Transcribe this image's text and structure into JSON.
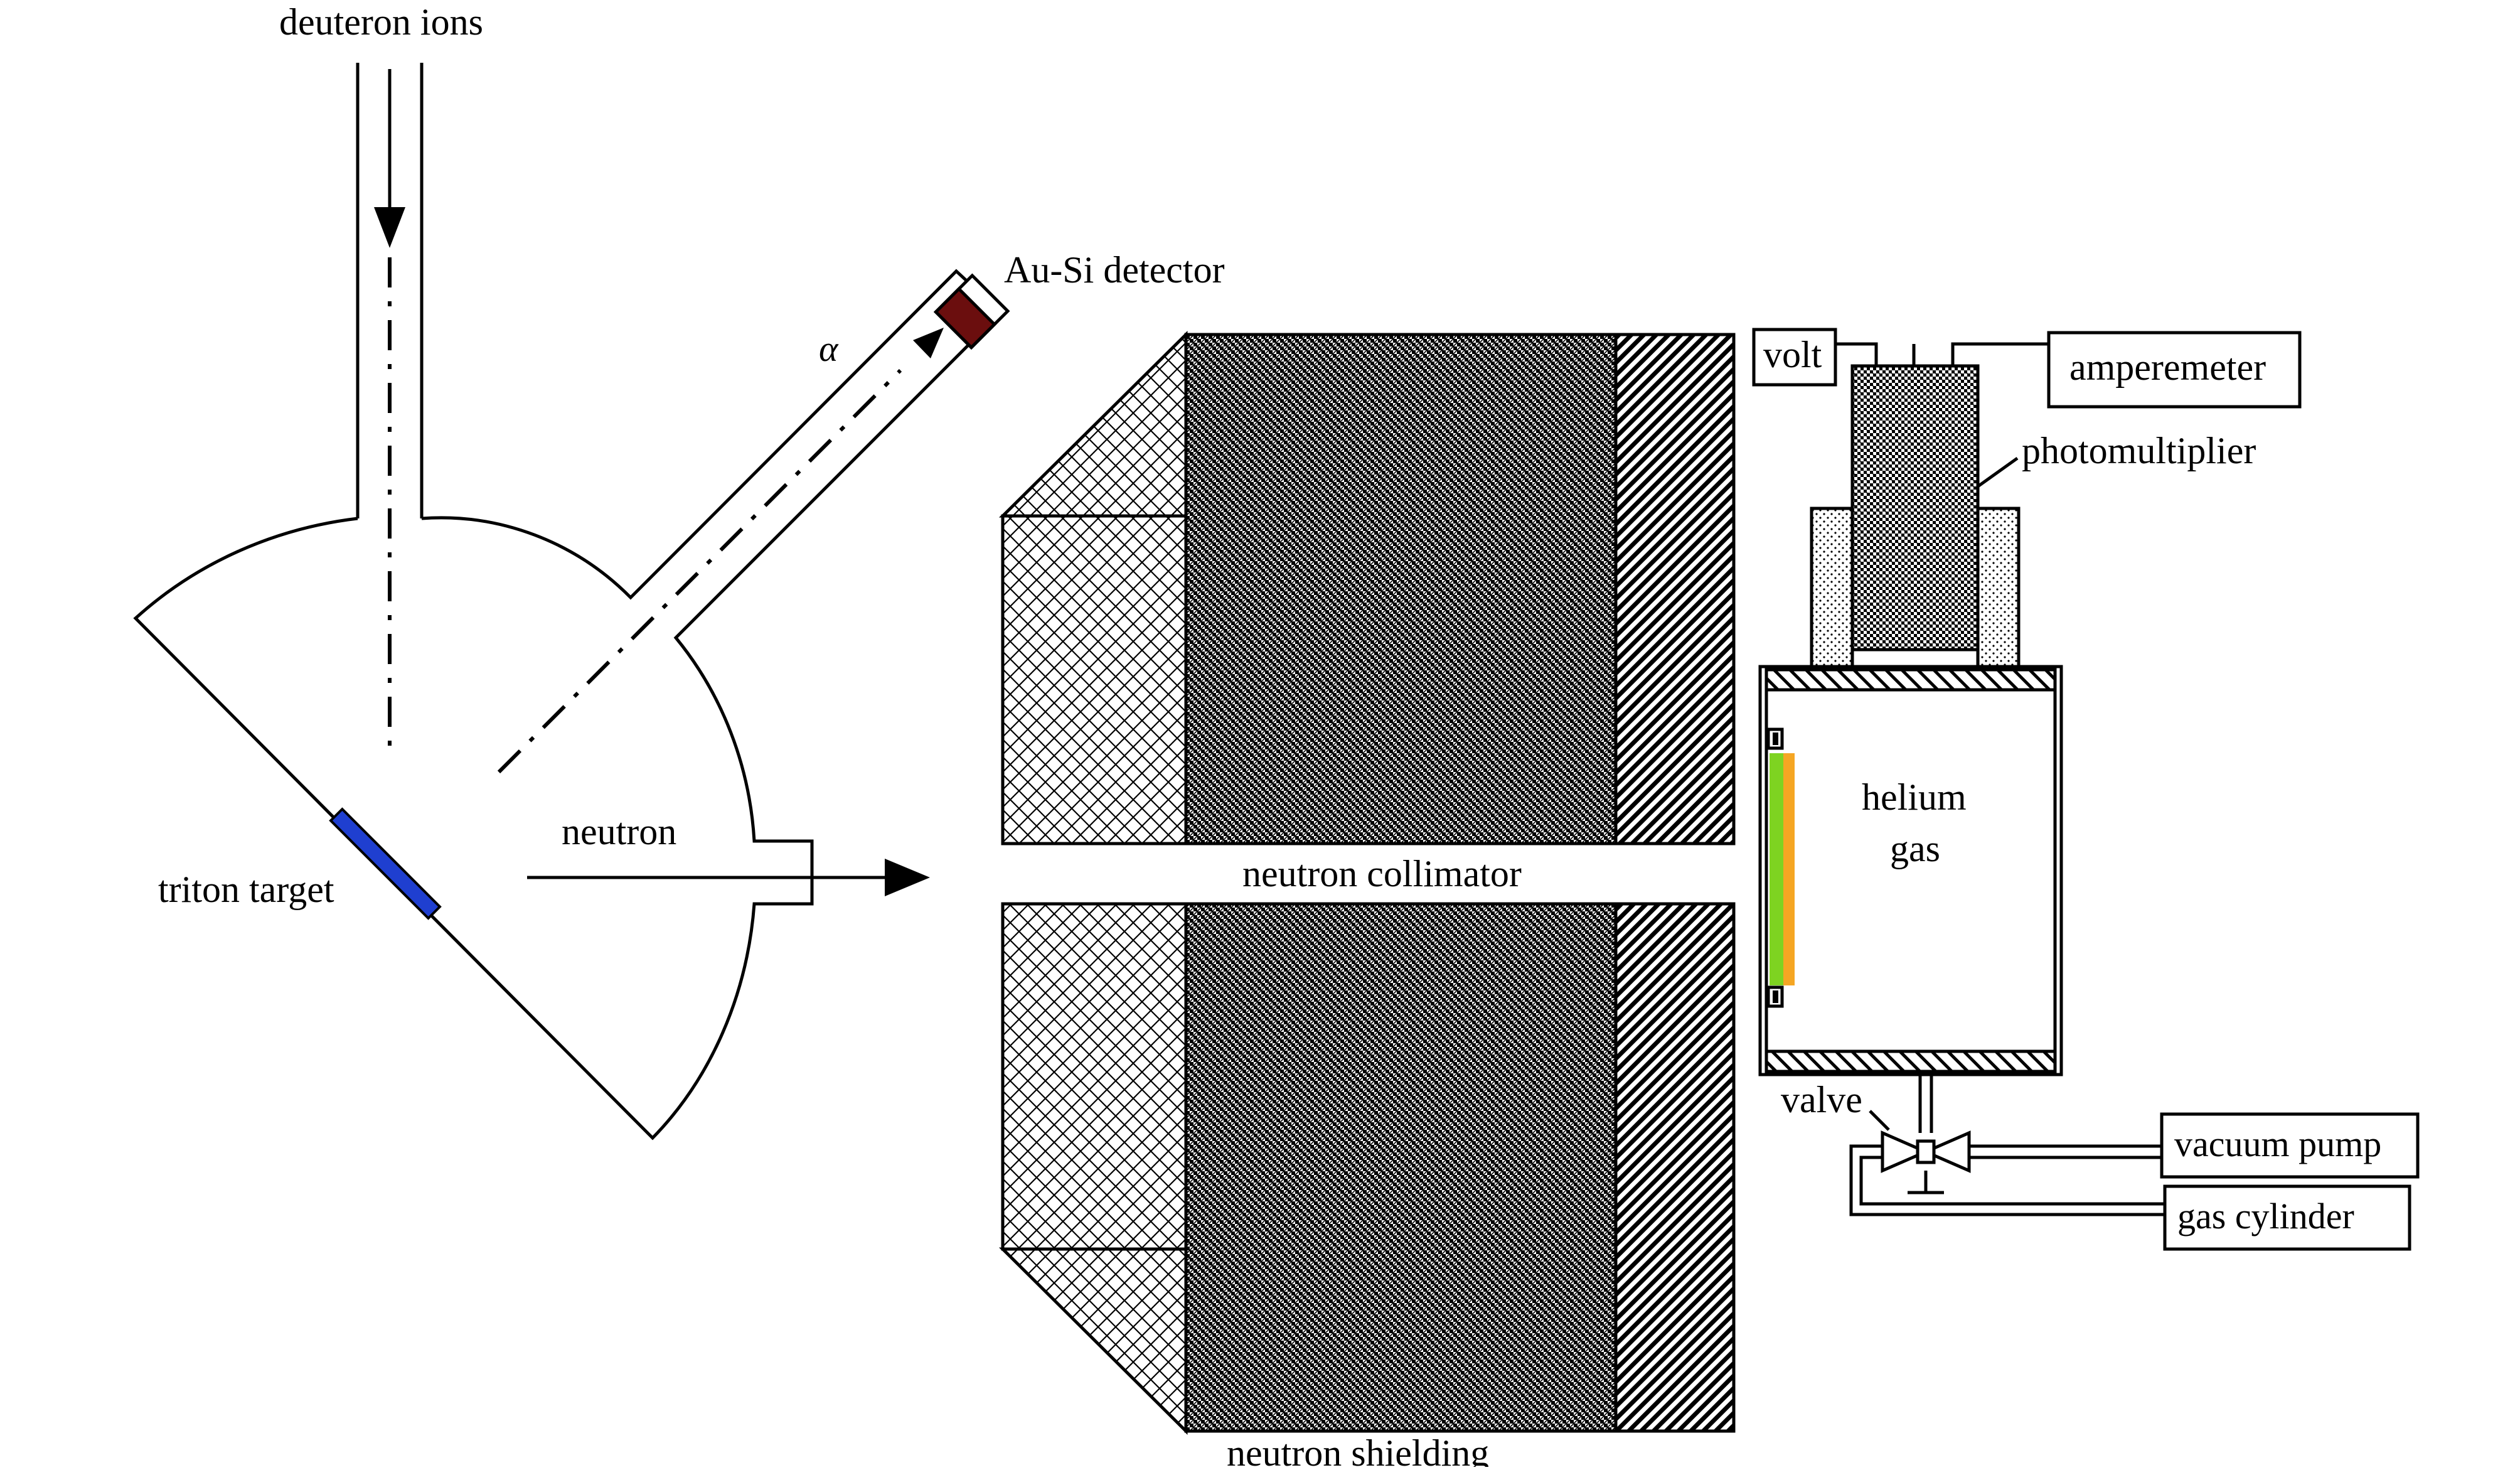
{
  "labels": {
    "deuteron_ions": "deuteron ions",
    "au_si_detector": "Au-Si detector",
    "alpha": "α",
    "neutron": "neutron",
    "triton_target": "triton target",
    "neutron_collimator": "neutron collimator",
    "neutron_shielding": "neutron shielding",
    "volt": "volt",
    "amperemeter": "amperemeter",
    "photomultiplier": "photomultiplier",
    "helium": "helium",
    "gas": "gas",
    "valve": "valve",
    "vacuum_pump": "vacuum pump",
    "gas_cylinder": "gas cylinder"
  },
  "colors": {
    "line": "#000000",
    "target": "#1f3fd0",
    "detector": "#6b0e0e",
    "scintillator_green": "#7ed321",
    "scintillator_orange": "#f5a623"
  }
}
